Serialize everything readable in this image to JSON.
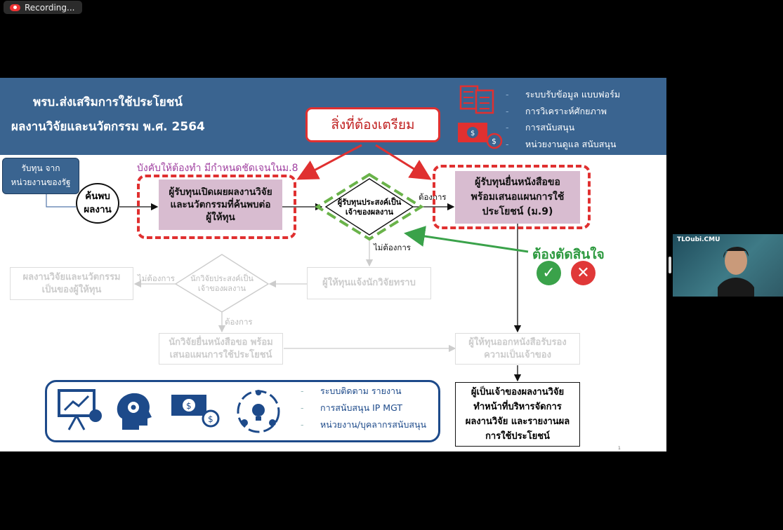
{
  "recording": {
    "label": "Recording..."
  },
  "slide": {
    "title_line1": "พรบ.ส่งเสริมการใช้ประโยชน์",
    "title_line2": "ผลงานวิจัยและนวัตกรรม พ.ศ. 2564",
    "prepare_label": "สิ่งที่ต้องเตรียม",
    "top_legend": [
      "ระบบรับข้อมูล แบบฟอร์ม",
      "การวิเคราะห์ศักยภาพ",
      "การสนับสนุน",
      "หน่วยงานดูแล สนับสนุน"
    ],
    "mandatory_note": "บังคับให้ต้องทำ มีกำหนดชัดเจนในม.8",
    "source_box": {
      "line1": "รับทุน จาก",
      "line2": "หน่วยงานของรัฐ"
    },
    "discover_circle": {
      "line1": "ค้นพบ",
      "line2": "ผลงาน"
    },
    "disclose_box": {
      "line1": "ผู้รับทุนเปิดเผยผลงานวิจัย",
      "line2": "และนวัตกรรมที่ค้นพบต่อ",
      "line3": "ผู้ให้ทุน"
    },
    "diamond_grantee": {
      "line1": "ผู้รับทุนประสงค์เป็น",
      "line2": "เจ้าของผลงาน"
    },
    "want_label": "ต้องการ",
    "not_want_label": "ไม่ต้องการ",
    "apply_box": {
      "line1": "ผู้รับทุนยื่นหนังสือขอ",
      "line2": "พร้อมเสนอแผนการใช้",
      "line3": "ประโยชน์ (ม.9)"
    },
    "decide_label": "ต้องตัดสินใจ",
    "funder_notify_box": "ผู้ให้ทุนแจ้งนักวิจัยทราบ",
    "diamond_researcher": {
      "line1": "นักวิจัยประสงค์เป็น",
      "line2": "เจ้าของผลงาน"
    },
    "not_want_label2": "ไม่ต้องการ",
    "belongs_funder_box": {
      "line1": "ผลงานวิจัยและนวัตกรรม",
      "line2": "เป็นของผู้ให้ทุน"
    },
    "want_label2": "ต้องการ",
    "researcher_apply_box": {
      "line1": "นักวิจัยยื่นหนังสือขอ พร้อม",
      "line2": "เสนอแผนการใช้ประโยชน์"
    },
    "certify_box": {
      "line1": "ผู้ให้ทุนออกหนังสือรับรอง",
      "line2": "ความเป็นเจ้าของ"
    },
    "owner_box": {
      "line1": "ผู้เป็นเจ้าของผลงานวิจัย",
      "line2": "ทำหน้าที่บริหารจัดการ",
      "line3": "ผลงานวิจัย และรายงานผล",
      "line4": "การใช้ประโยชน์"
    },
    "bottom_legend": [
      "ระบบติดตาม รายงาน",
      "การสนับสนุน IP MGT",
      "หน่วยงาน/บุคลากรสนับสนุน"
    ],
    "page_number": "1"
  },
  "camera": {
    "name": "TLOubi.CMU"
  },
  "colors": {
    "banner": "#3a6490",
    "accent_red": "#e03030",
    "accent_green": "#3aa24a",
    "pink_box": "#d8bcd0"
  }
}
